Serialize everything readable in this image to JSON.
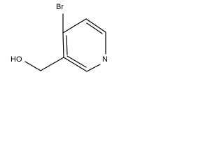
{
  "molecule": {
    "atoms": {
      "bromine": "Br",
      "nitrogen": "N",
      "hydroxyl": "HO"
    }
  }
}
